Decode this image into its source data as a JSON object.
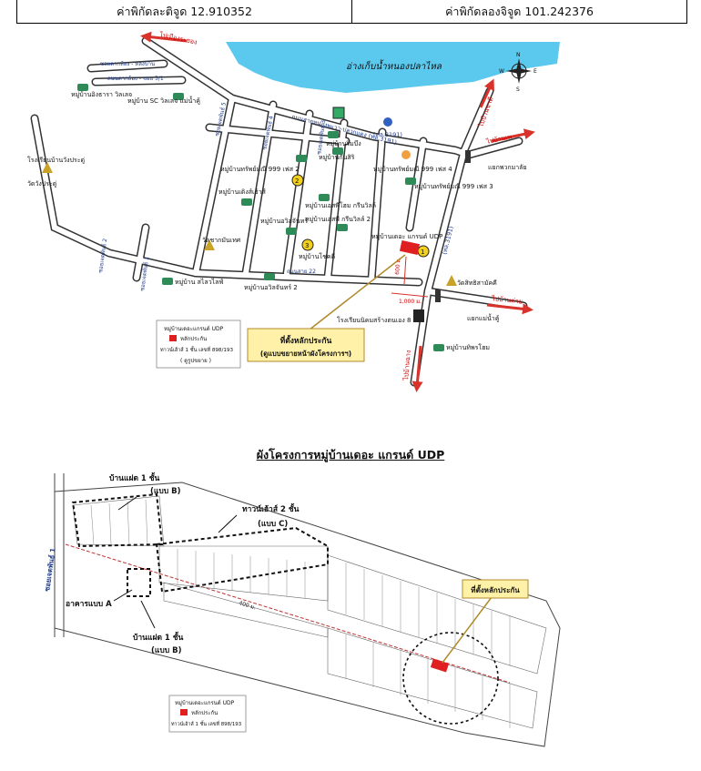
{
  "coordinates": {
    "latitude_label": "ค่าพิกัดละติจูด 12.910352",
    "longitude_label": "ค่าพิกัดลองจิจูด 101.242376"
  },
  "location_map": {
    "reservoir": "อ่างเก็บน้ำหนองปลาไหล",
    "compass": {
      "n": "N",
      "s": "S",
      "e": "E",
      "w": "W"
    },
    "roads": {
      "to_ban_khai": "ไปบ้านค่าย",
      "to_ban_chang": "ไปบ้านฉาง",
      "to_ban_phe": "ไปบ้านเพ",
      "to_rayong_town": "ไปเมืองระยอง",
      "to_ban_kha_tee": "ไปบ้านขาตี",
      "main_road": "ถนนสายหนองพะวา-ปลวกแดง (ทล.3191)",
      "soi_1": "ซอยเจตพันธ์ 1",
      "soi_2": "ซอยเจตพันธ์ 2",
      "soi_3": "ซอยเจตพันธ์ 3",
      "soi_4": "ซอยเจตพันธ์ 4",
      "soi_5": "ซอยเจตพันธ์ 5",
      "soi_22": "ถนนสาย 22",
      "soi_mai": "ซอยตากล้อง - หลังบ้าน",
      "soi_511": "ถนนตากล้อง - ซอย 5/1",
      "road_3191": "(ทล.3191)",
      "road_3191_east": "(ทล.3191)"
    },
    "places": {
      "udomchai": "หมู่บ้านอิงธารา วิลเลจ",
      "sc_village": "หมู่บ้าน SC วิลเลจ แม่น้ำคู้",
      "school_wang": "โรงเรียนบ้านวังประดู่",
      "wat_wang": "วัดวังประดู่",
      "rim_bueng": "หมู่บ้านริมบึง",
      "kanat": "หมู่บ้านกันสิริ",
      "sap_999_2": "หมู่บ้านทรัพย์มณี 999 เฟส 2",
      "sap_999_4": "หมู่บ้านทรัพย์มณี 999 เฟส 4",
      "sap_999_3": "หมู่บ้านทรัพย์มณี 999 เฟส 3",
      "ruen_lada": "หมู่บ้านเดิงส์เฮ้าส์",
      "s_home": "หมู่บ้านเอสพีโฮม กรีนวิลล์",
      "green_ville_2": "หมู่บ้านเอสพี กรีนวิลล์ 2",
      "noi_chan": "หมู่บ้านอวิลจันทร์",
      "chok_dee": "หมู่บ้านโชคดี",
      "wat_kanan": "วัดชากมันเทศ",
      "village_life": "หมู่บ้าน สไลวไลฟ์",
      "noi_chan_2": "หมู่บ้านอวิลจันทร์ 2",
      "grand_udp": "หมู่บ้านเดอะ แกรนด์ UDP",
      "wat_sitthi": "วัดสิทธิสามัคคี",
      "school_nikhom": "โรงเรียนนิคมสร้างตนเอง 8",
      "yak_mae_nam": "แยกแม่น้ำคู้",
      "yak_phanom": "แยกพวกมาลัย",
      "sap_thai": "หมู่บ้านทิพรโฮม"
    },
    "distances": {
      "d600": "600 ม.",
      "d1000": "1,000 ม."
    },
    "markers": {
      "m1": "1",
      "m2": "2",
      "m3": "3"
    },
    "callout": {
      "line1": "ที่ตั้งหลักประกัน",
      "line2": "(ดูแบบขยายหน้าผังโครงการฯ)"
    },
    "legend": {
      "title": "หมู่บ้านเดอะแกรนด์ UDP",
      "item": "หลักประกัน",
      "desc": "ทาวน์เฮ้าส์ 1 ชั้น เลขที่ 898/193",
      "note": "( ดูรูปขยาย )"
    }
  },
  "site_plan": {
    "title": "ผังโครงการหมู่บ้านเดอะ แกรนด์ UDP",
    "zone_single_top": "บ้านแฝด 1 ชั้น",
    "zone_single_top_type": "(แบบ B)",
    "zone_town": "ทาวน์เฮ้าส์ 2 ชั้น",
    "zone_town_type": "(แบบ C)",
    "zone_building": "อาคารแบบ A",
    "zone_single_bottom": "บ้านแฝด 1 ชั้น",
    "zone_single_bottom_type": "(แบบ B)",
    "soi_label": "ซอยเจตพันธ์ 1",
    "road_400": "400 ม.",
    "callout": "ที่ตั้งหลักประกัน",
    "legend": {
      "title": "หมู่บ้านเดอะแกรนด์ UDP",
      "item": "หลักประกัน",
      "desc": "ทาวน์เฮ้าส์ 1 ชั้น เลขที่ 898/193"
    }
  },
  "colors": {
    "water": "#5bc8ee",
    "road_fill": "#ffffff",
    "road_edge": "#333333",
    "arrow": "#d9322b",
    "collateral": "#e02020",
    "callout_fill": "#fff2a8",
    "callout_border": "#b08a2a",
    "marker": "#f3d11a"
  }
}
